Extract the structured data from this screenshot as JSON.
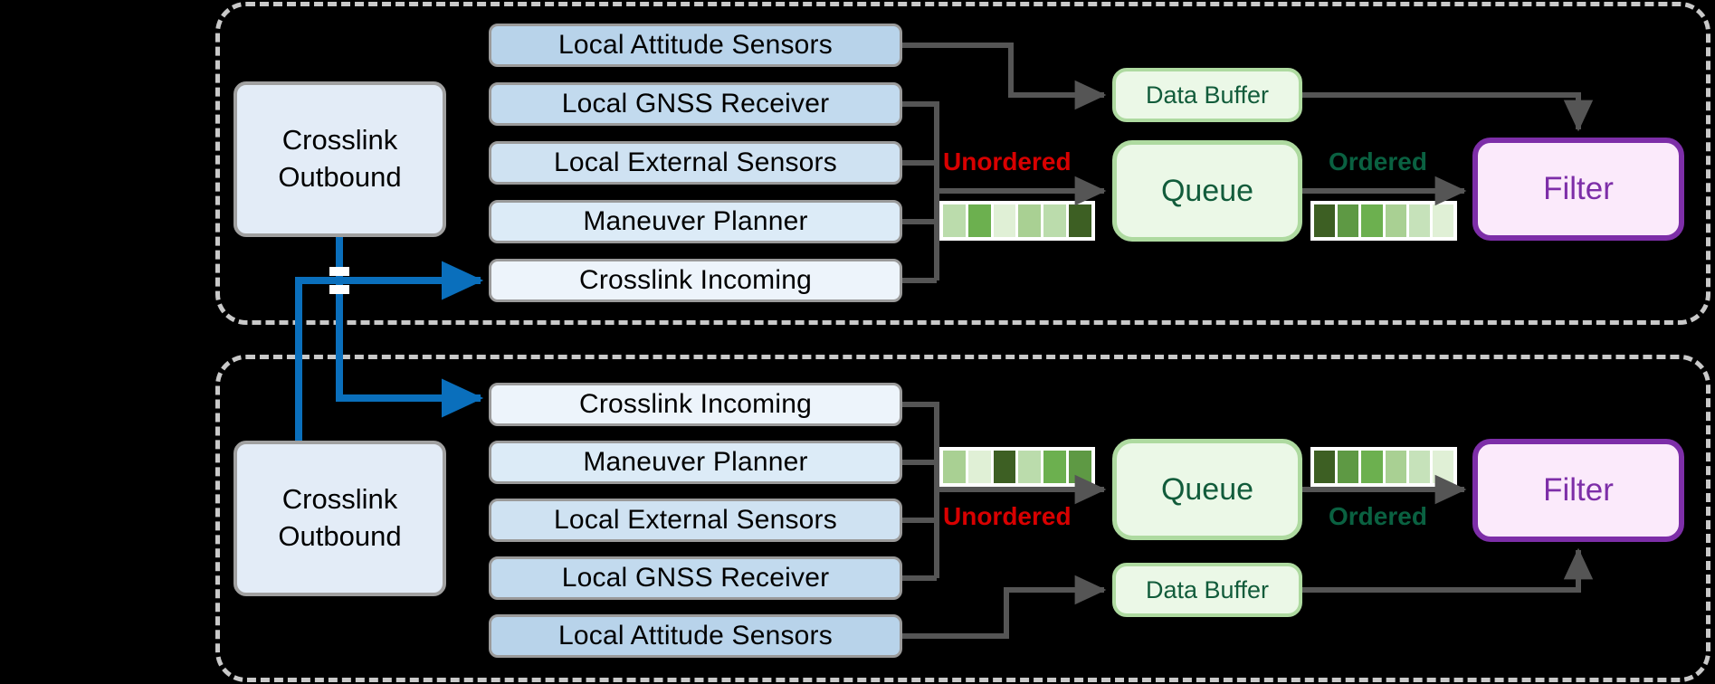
{
  "colors": {
    "background": "#000000",
    "panel_border": "#c9c9c9",
    "source_border": "#9a9a9a",
    "gray_wire": "#555555",
    "blue_wire": "#0a6fbc",
    "green_border": "#aedaa0",
    "green_fill": "#ebf8e7",
    "green_text": "#125c3b",
    "purple_border": "#7d2ea8",
    "purple_fill": "#fbeafb",
    "unordered_text": "#d80000",
    "ordered_text": "#0a6141",
    "outbound_fill": "#e3ecf7"
  },
  "panels": [
    {
      "id": "top-spacecraft",
      "outbound": {
        "line1": "Crosslink",
        "line2": "Outbound"
      },
      "sources": [
        {
          "label": "Local Attitude Sensors",
          "fill": "#b8d3ea"
        },
        {
          "label": "Local GNSS Receiver",
          "fill": "#c2daee"
        },
        {
          "label": "Local External Sensors",
          "fill": "#cfe2f2"
        },
        {
          "label": "Maneuver Planner",
          "fill": "#dcebf7"
        },
        {
          "label": "Crosslink Incoming",
          "fill": "#edf4fb"
        }
      ],
      "queue_label": "Queue",
      "buffer_label": "Data Buffer",
      "filter_label": "Filter",
      "unordered_label": "Unordered",
      "ordered_label": "Ordered",
      "unordered_cells": [
        "#bbdcac",
        "#6cb04f",
        "#e0f0d6",
        "#a9d093",
        "#bbdcac",
        "#3d5f23"
      ],
      "ordered_cells": [
        "#3d5f23",
        "#5e9944",
        "#6cb04f",
        "#a9d093",
        "#c6e2ba",
        "#e0f0d6"
      ]
    },
    {
      "id": "bottom-spacecraft",
      "outbound": {
        "line1": "Crosslink",
        "line2": "Outbound"
      },
      "sources": [
        {
          "label": "Crosslink Incoming",
          "fill": "#edf4fb"
        },
        {
          "label": "Maneuver Planner",
          "fill": "#dcebf7"
        },
        {
          "label": "Local External Sensors",
          "fill": "#cfe2f2"
        },
        {
          "label": "Local GNSS Receiver",
          "fill": "#c2daee"
        },
        {
          "label": "Local Attitude Sensors",
          "fill": "#b8d3ea"
        }
      ],
      "queue_label": "Queue",
      "buffer_label": "Data Buffer",
      "filter_label": "Filter",
      "unordered_label": "Unordered",
      "ordered_label": "Ordered",
      "unordered_cells": [
        "#a9d093",
        "#e0f0d6",
        "#3d5f23",
        "#bbdcac",
        "#6cb04f",
        "#5e9944"
      ],
      "ordered_cells": [
        "#3d5f23",
        "#5e9944",
        "#6cb04f",
        "#a9d093",
        "#c6e2ba",
        "#e0f0d6"
      ]
    }
  ]
}
